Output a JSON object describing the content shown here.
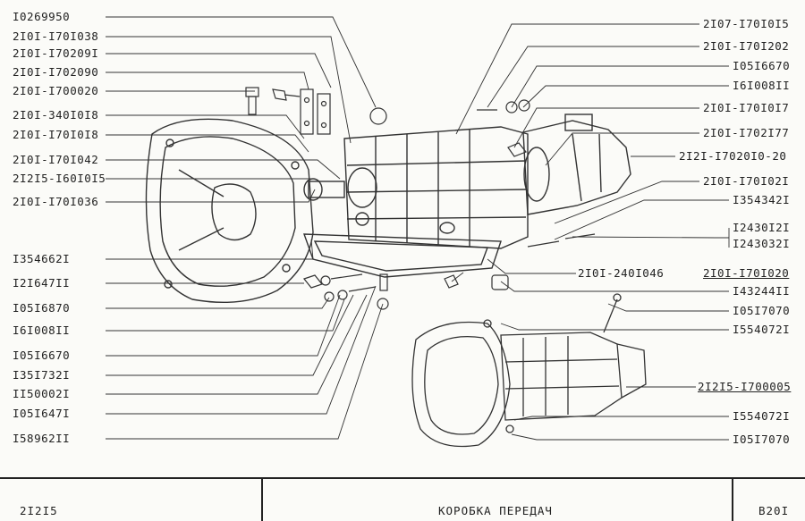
{
  "left_labels": [
    "I0269950",
    "2I0I-I70I038",
    "2I0I-I70209I",
    "2I0I-I702090",
    "2I0I-I700020",
    "2I0I-340I0I8",
    "2I0I-I70I0I8",
    "2I0I-I70I042",
    "2I2I5-I60I0I5",
    "2I0I-I70I036",
    "I354662I",
    "I2I647II",
    "I05I6870",
    "I6I008II",
    "I05I6670",
    "I35I732I",
    "II50002I",
    "I05I647I",
    "I58962II"
  ],
  "right_labels": [
    "2I07-I70I0I5",
    "2I0I-I70I202",
    "I05I6670",
    "I6I008II",
    "2I0I-I70I0I7",
    "2I0I-I702I77",
    "2I2I-I7020I0-20",
    "2I0I-I70I02I",
    "I354342I",
    "I2430I2I",
    "I243032I",
    "2I0I-I70I020",
    "I43244II",
    "I05I7070",
    "I554072I",
    "2I2I5-I700005",
    "I554072I",
    "I05I7070"
  ],
  "mid_label": "2I0I-240I046",
  "footer": {
    "model": "2I2I5",
    "title": "КОРОБКА  ПЕРЕДАЧ",
    "page": "В20I"
  }
}
